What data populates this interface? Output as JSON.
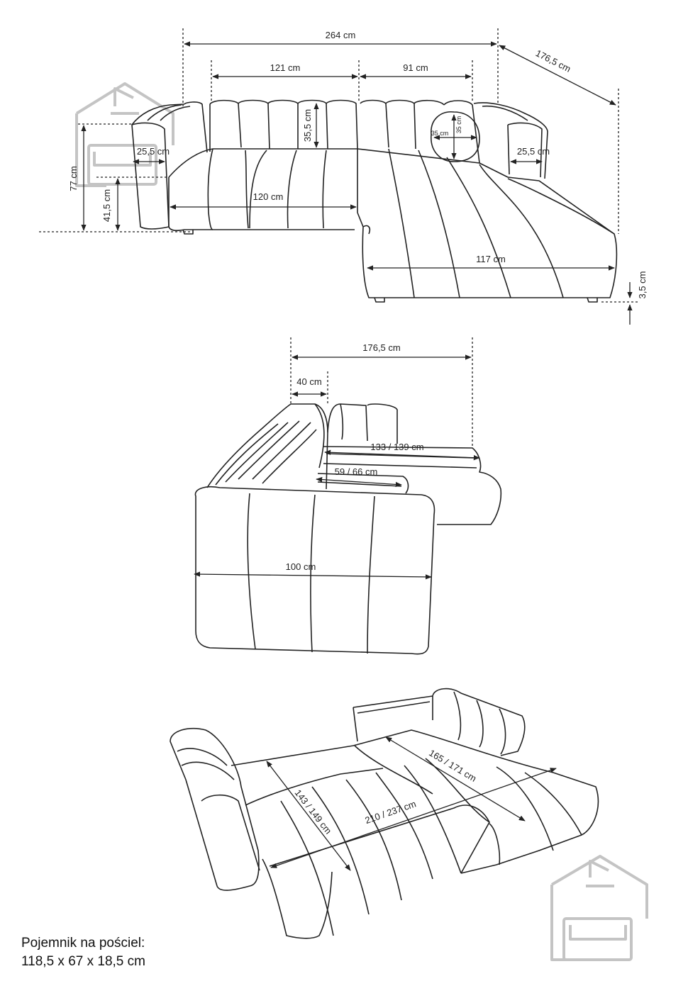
{
  "views": {
    "front": {
      "width_total": "264 cm",
      "width_left": "121 cm",
      "width_right": "91 cm",
      "chaise_depth": "176,5 cm",
      "backrest_height": "35,5 cm",
      "pillow_w": "35 cm",
      "pillow_h": "35 cm",
      "arm_left": "25,5 cm",
      "arm_right": "25,5 cm",
      "height_total": "77 cm",
      "seat_height": "41,5 cm",
      "seat_width": "120 cm",
      "chaise_width": "117 cm",
      "leg_height": "3,5 cm"
    },
    "side": {
      "depth": "176,5 cm",
      "arm_depth": "40 cm",
      "seat_length": "133 / 139 cm",
      "seat_depth": "59 / 66 cm",
      "width": "100 cm"
    },
    "bed": {
      "sleep_width": "143 / 149 cm",
      "length": "210 / 237 cm",
      "chaise_len": "165 / 171 cm"
    }
  },
  "storage_note": {
    "line1": "Pojemnik na pościel:",
    "line2": "118,5 x 67 x 18,5 cm"
  },
  "colors": {
    "line": "#222222",
    "watermark": "#bdbdbd"
  },
  "icons": [
    "house-sofa-logo-icon"
  ]
}
